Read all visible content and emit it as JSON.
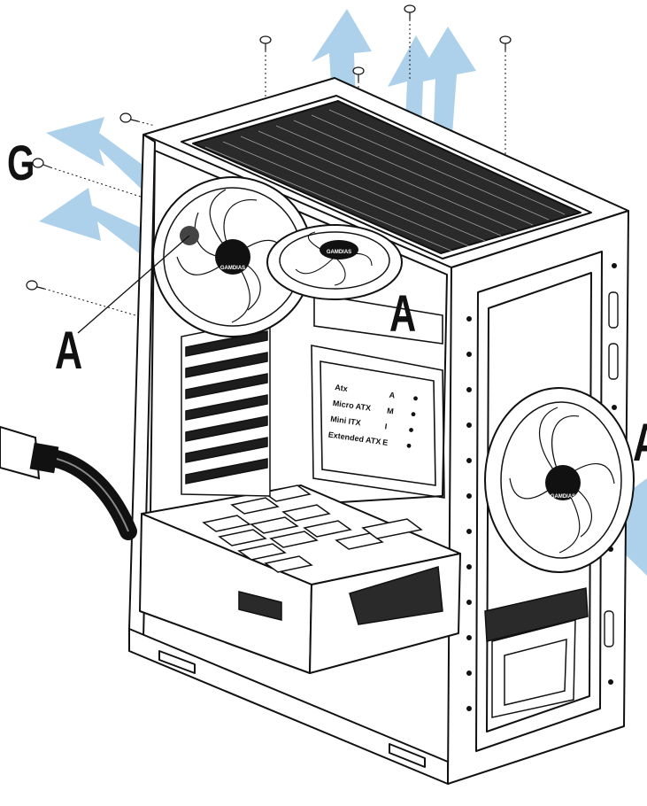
{
  "callouts": {
    "g": "G",
    "a_left": "A",
    "a_top": "A",
    "a_right": "A"
  },
  "mb_table": {
    "rows": [
      {
        "name": "Atx",
        "code": "A"
      },
      {
        "name": "Micro ATX",
        "code": "M"
      },
      {
        "name": "Mini ITX",
        "code": "I"
      },
      {
        "name": "Extended ATX",
        "code": "E"
      }
    ]
  },
  "brand": "GAMDIAS",
  "colors": {
    "airflow_arrow": "#a9cfe9",
    "line": "#111111",
    "background": "#ffffff"
  }
}
